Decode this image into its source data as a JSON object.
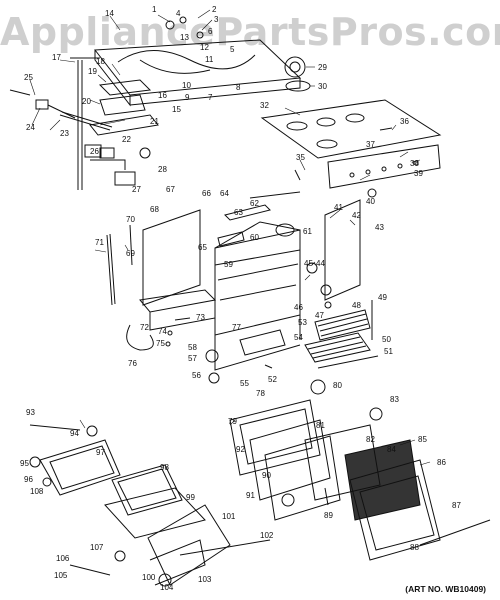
{
  "watermark": "AppliancePartsPros.com",
  "art_no": "(ART NO. WB10409)",
  "callouts": [
    "1",
    "2",
    "3",
    "4",
    "5",
    "6",
    "7",
    "8",
    "9",
    "10",
    "11",
    "12",
    "13",
    "14",
    "15",
    "16",
    "17",
    "18",
    "19",
    "20",
    "21",
    "22",
    "23",
    "24",
    "25",
    "26",
    "27",
    "28",
    "29",
    "30",
    "32",
    "35",
    "36",
    "37",
    "38",
    "39",
    "40",
    "41",
    "42",
    "43",
    "44",
    "45",
    "46",
    "47",
    "48",
    "49",
    "50",
    "51",
    "52",
    "53",
    "54",
    "55",
    "56",
    "57",
    "58",
    "59",
    "60",
    "61",
    "62",
    "63",
    "64",
    "65",
    "66",
    "67",
    "68",
    "69",
    "70",
    "71",
    "72",
    "73",
    "74",
    "75",
    "76",
    "77",
    "78",
    "79",
    "80",
    "81",
    "82",
    "83",
    "84",
    "85",
    "86",
    "87",
    "88",
    "89",
    "90",
    "91",
    "92",
    "93",
    "94",
    "95",
    "96",
    "97",
    "98",
    "99",
    "100",
    "101",
    "102",
    "103",
    "104",
    "105",
    "106",
    "107",
    "108"
  ]
}
